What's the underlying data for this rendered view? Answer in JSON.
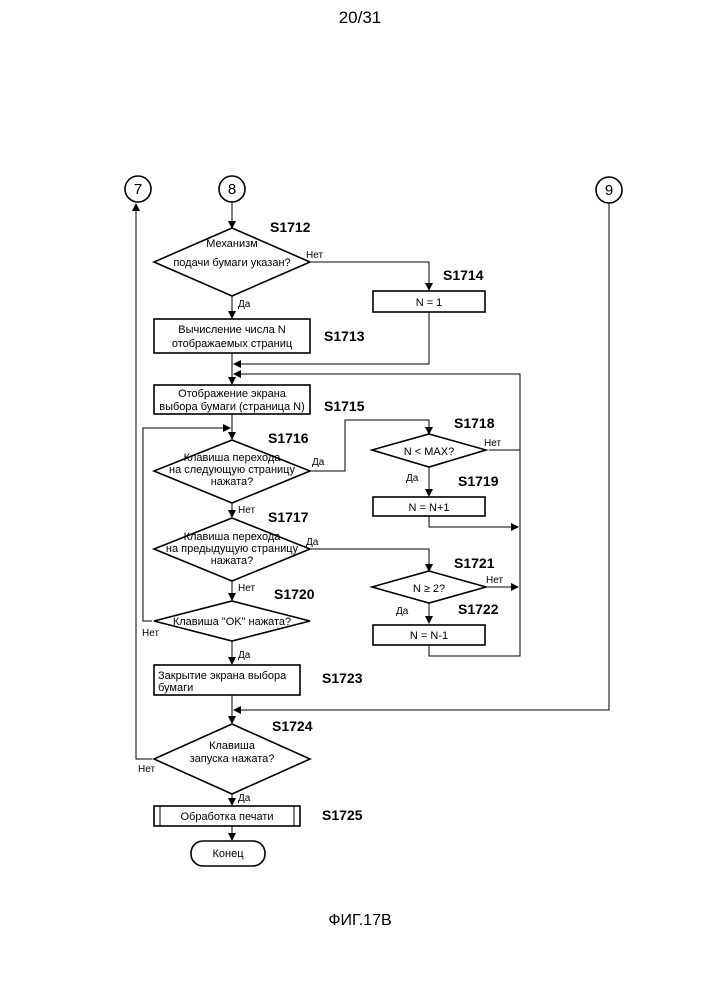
{
  "page": {
    "page_number": "20/31",
    "figure_caption": "ФИГ.17B"
  },
  "connectors": {
    "c7": "7",
    "c8": "8",
    "c9": "9"
  },
  "steps": {
    "s1712": {
      "id": "S1712",
      "line1": "Механизм",
      "line2": "подачи бумаги указан?"
    },
    "s1713": {
      "id": "S1713",
      "line1": "Вычисление числа N",
      "line2": "отображаемых страниц"
    },
    "s1714": {
      "id": "S1714",
      "text": "N = 1"
    },
    "s1715": {
      "id": "S1715",
      "line1": "Отображение экрана",
      "line2": "выбора бумаги (страница N)"
    },
    "s1716": {
      "id": "S1716",
      "line1": "Клавиша перехода",
      "line2": "на следующую страницу",
      "line3": "нажата?"
    },
    "s1717": {
      "id": "S1717",
      "line1": "Клавиша перехода",
      "line2": "на предыдущую страницу",
      "line3": "нажата?"
    },
    "s1718": {
      "id": "S1718",
      "text": "N < MAX?"
    },
    "s1719": {
      "id": "S1719",
      "text": "N = N+1"
    },
    "s1720": {
      "id": "S1720",
      "text": "Клавиша \"OK\" нажата?"
    },
    "s1721": {
      "id": "S1721",
      "text": "N ≥ 2?"
    },
    "s1722": {
      "id": "S1722",
      "text": "N = N-1"
    },
    "s1723": {
      "id": "S1723",
      "line1": "Закрытие экрана выбора",
      "line2": "бумаги"
    },
    "s1724": {
      "id": "S1724",
      "line1": "Клавиша",
      "line2": "запуска нажата?"
    },
    "s1725": {
      "id": "S1725",
      "text": "Обработка печати"
    },
    "end": {
      "text": "Конец"
    }
  },
  "branch_labels": {
    "yes": "Да",
    "no": "Нет"
  }
}
